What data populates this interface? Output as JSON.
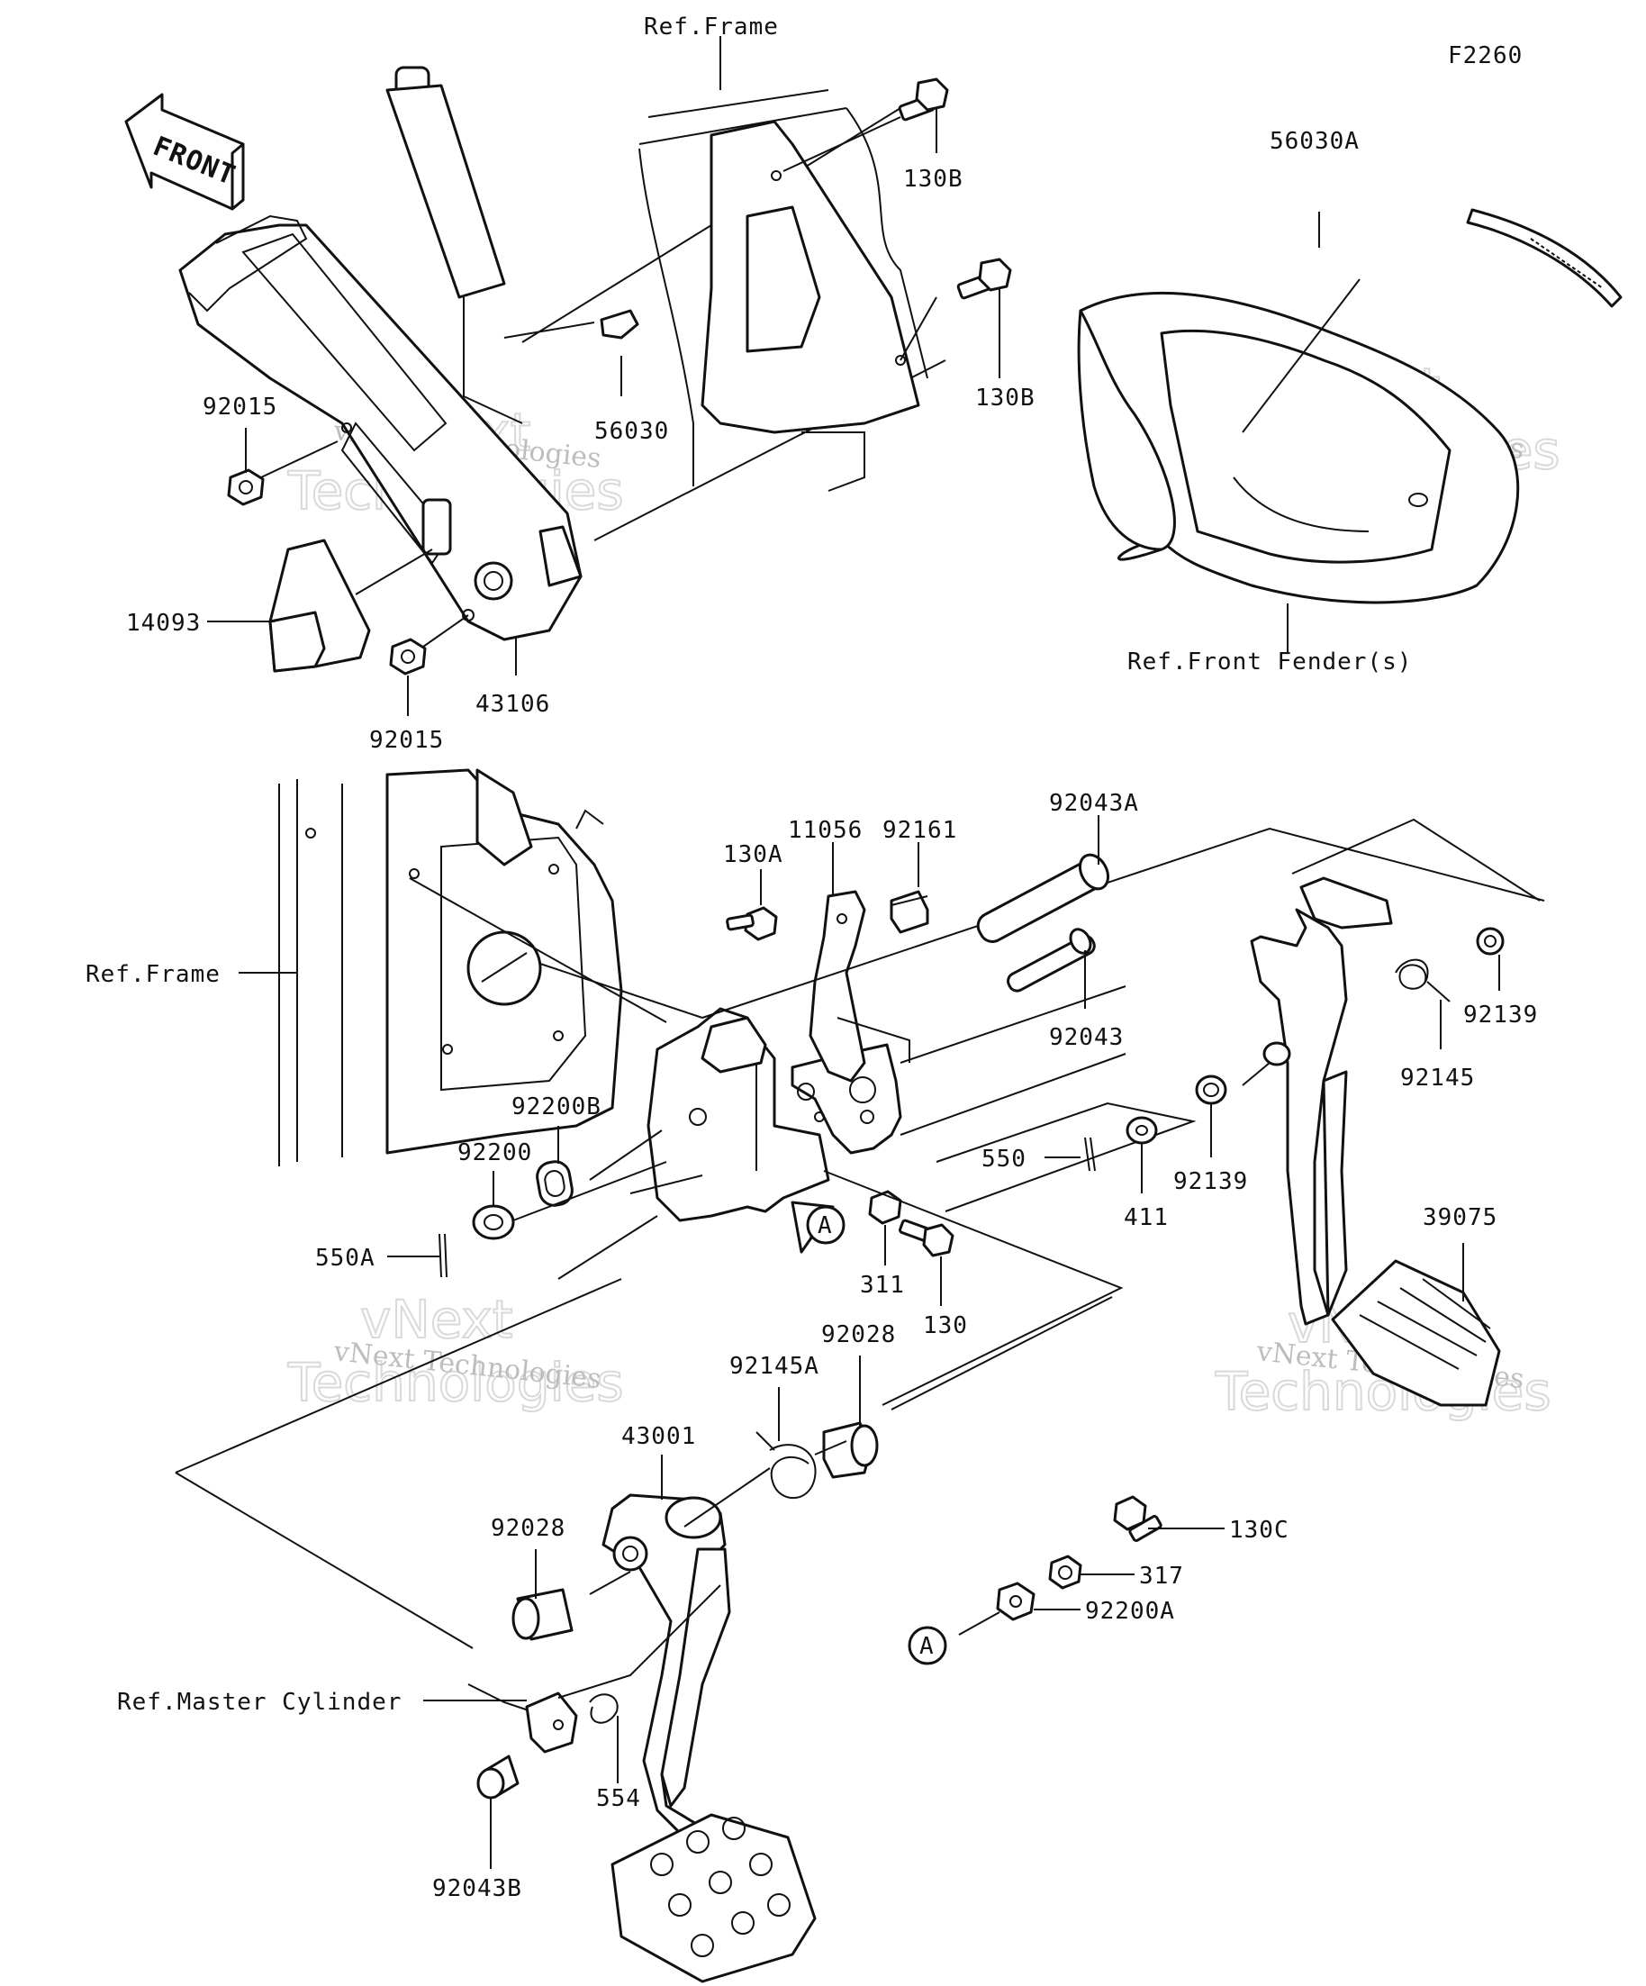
{
  "figure_code": "F2260",
  "front_arrow_label": "FRONT",
  "refs": {
    "frame_top": "Ref.Frame",
    "frame_left": "Ref.Frame",
    "front_fender": "Ref.Front Fender(s)",
    "master_cylinder": "Ref.Master Cylinder"
  },
  "callout_letter": "A",
  "parts": {
    "p130B_upper": "130B",
    "p130B_lower": "130B",
    "p56030A": "56030A",
    "p56030": "56030",
    "p92015_upper": "92015",
    "p92015_lower": "92015",
    "p14093": "14093",
    "p43106": "43106",
    "p11056": "11056",
    "p92161": "92161",
    "p92043A": "92043A",
    "p130A": "130A",
    "p92043": "92043",
    "p92139_upper": "92139",
    "p92139_lower": "92139",
    "p92145": "92145",
    "p92200B": "92200B",
    "p92200": "92200",
    "p550A": "550A",
    "p550": "550",
    "p411": "411",
    "p311": "311",
    "p130": "130",
    "p39075": "39075",
    "p92028_upper": "92028",
    "p92028_lower": "92028",
    "p92145A": "92145A",
    "p43001": "43001",
    "p130C": "130C",
    "p317": "317",
    "p92200A": "92200A",
    "p554": "554",
    "p92043B": "92043B"
  },
  "watermark": {
    "brand_line": "vNext Technologies",
    "big_top": "vNext",
    "big_bottom": "Technologies"
  }
}
